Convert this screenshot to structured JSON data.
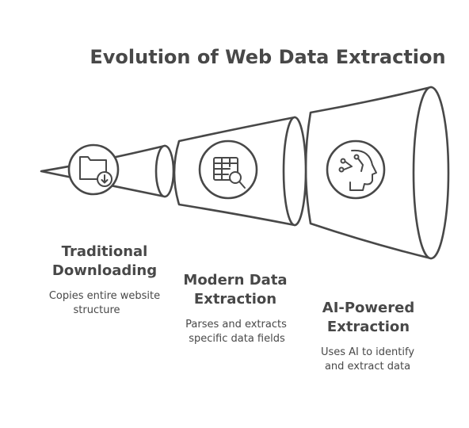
{
  "title": "Evolution of Web Data Extraction",
  "stages": [
    {
      "title_lines": [
        "Traditional",
        "Downloading"
      ],
      "desc_lines": [
        "Copies entire website",
        "structure"
      ],
      "icon": "folder-download-icon"
    },
    {
      "title_lines": [
        "Modern Data",
        "Extraction"
      ],
      "desc_lines": [
        "Parses and extracts",
        "specific data fields"
      ],
      "icon": "table-search-icon"
    },
    {
      "title_lines": [
        "AI-Powered",
        "Extraction"
      ],
      "desc_lines": [
        "Uses AI to identify",
        "and extract data"
      ],
      "icon": "ai-head-icon"
    }
  ],
  "colors": {
    "stroke": "#484848",
    "fill": "#ffffff",
    "text": "#484848"
  }
}
